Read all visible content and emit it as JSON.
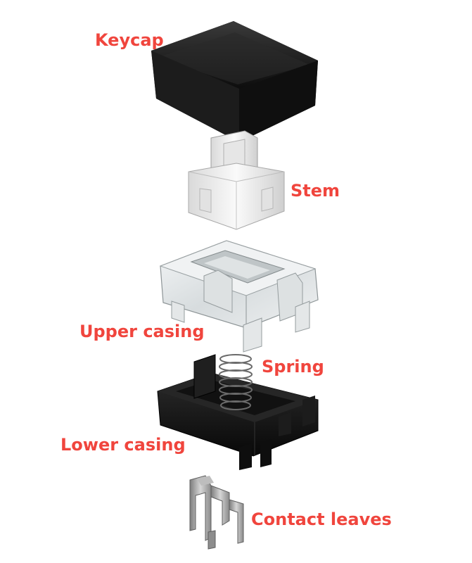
{
  "labels": {
    "keycap": "Keycap",
    "stem": "Stem",
    "upper_casing": "Upper casing",
    "spring": "Spring",
    "lower_casing": "Lower casing",
    "contact_leaves": "Contact leaves"
  },
  "colors": {
    "label": "#f0453d",
    "keycap": "#1a1a1a",
    "stem": "#f2f2f2",
    "upper_casing": "#e6e9ea",
    "lower_casing": "#141414",
    "metal": "#9a9a9a"
  }
}
